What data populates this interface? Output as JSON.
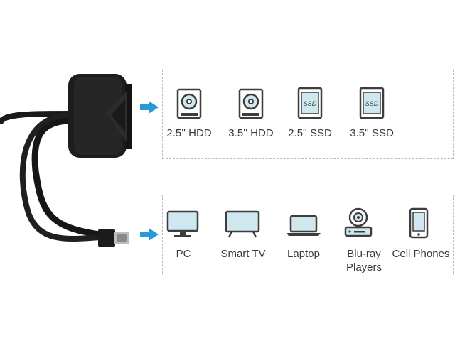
{
  "storage_devices": [
    {
      "label": "2.5'' HDD",
      "icon": "hdd-icon"
    },
    {
      "label": "3.5'' HDD",
      "icon": "hdd-icon"
    },
    {
      "label": "2.5'' SSD",
      "icon": "ssd-icon",
      "chip_text": "SSD"
    },
    {
      "label": "3.5'' SSD",
      "icon": "ssd-icon",
      "chip_text": "SSD"
    }
  ],
  "host_devices": [
    {
      "label": "PC",
      "icon": "monitor-icon"
    },
    {
      "label": "Smart TV",
      "icon": "tv-icon"
    },
    {
      "label": "Laptop",
      "icon": "laptop-icon"
    },
    {
      "label": "Blu-ray Players",
      "line1": "Blu-ray",
      "line2": "Players",
      "icon": "bluray-player-icon"
    },
    {
      "label": "Cell Phones",
      "icon": "phone-icon"
    }
  ],
  "colors": {
    "arrow": "#2a9ad6",
    "icon_stroke": "#3d3d3d",
    "icon_fill": "#cfe8f0",
    "cable": "#161616",
    "panel_border": "#b9b9b9"
  }
}
